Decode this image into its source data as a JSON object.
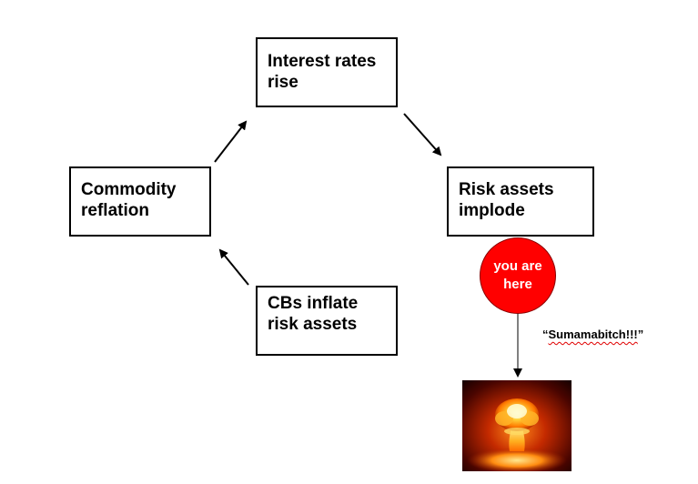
{
  "nodes": {
    "interest_rates": "Interest rates\nrise",
    "risk_assets": "Risk assets\nimplode",
    "cbs_inflate": "CBs inflate\nrisk assets",
    "commodity": "Commodity\nreflation"
  },
  "marker": {
    "label": "you are\nhere",
    "color": "#ff0000"
  },
  "callout": {
    "open_quote": "“",
    "word": "Sumamabitch!!!",
    "close_quote": "”"
  },
  "image": {
    "icon": "nuclear-explosion-icon"
  }
}
